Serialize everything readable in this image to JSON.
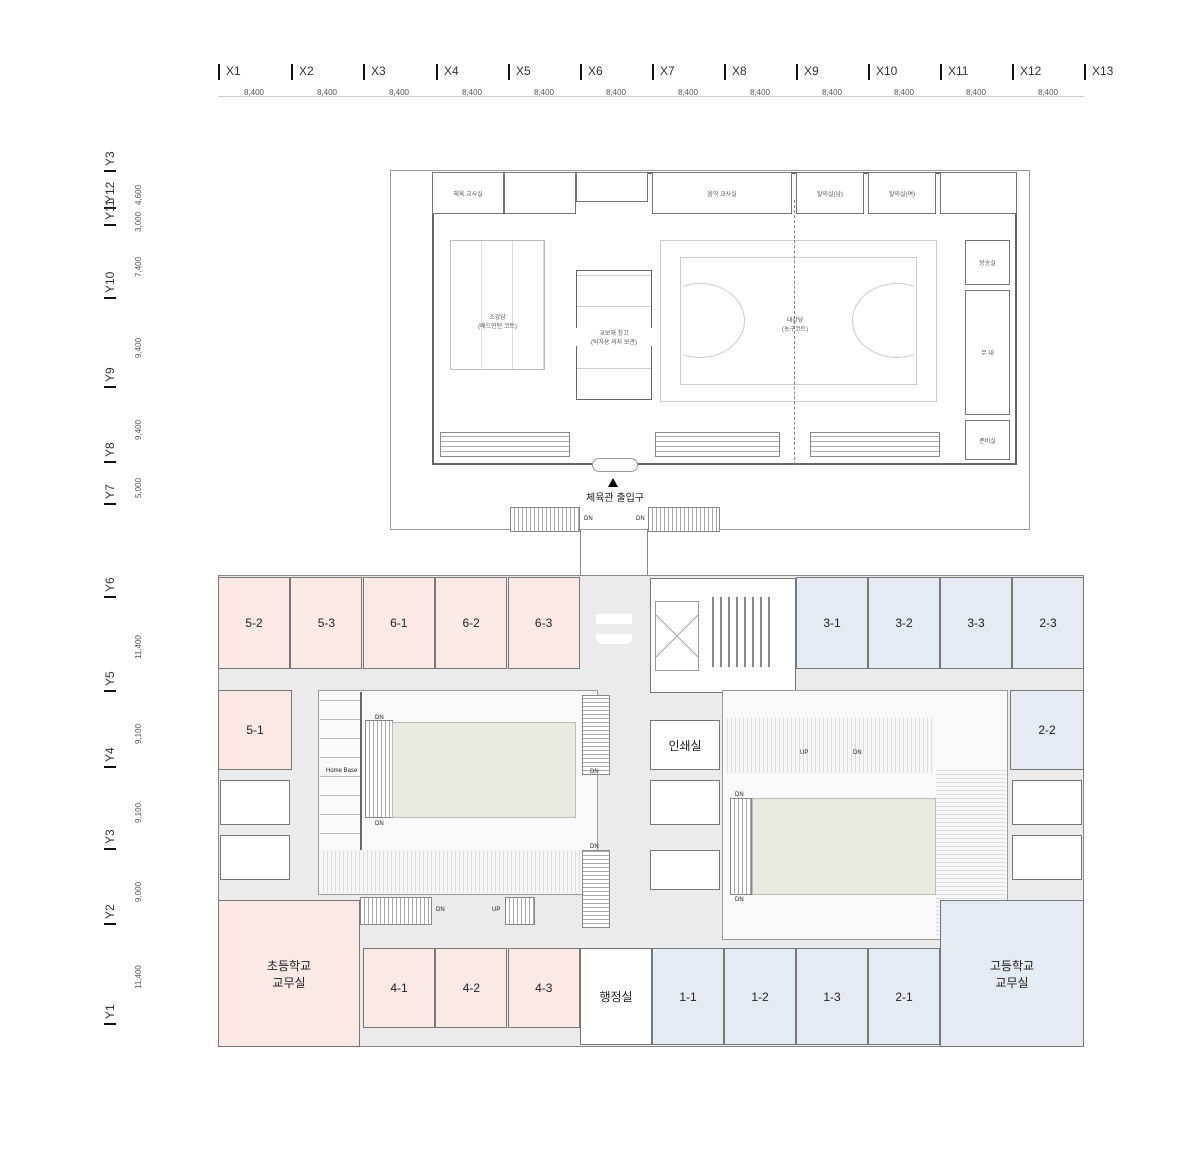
{
  "grid_x": {
    "labels": [
      "X1",
      "X2",
      "X3",
      "X4",
      "X5",
      "X6",
      "X7",
      "X8",
      "X9",
      "X10",
      "X11",
      "X12",
      "X13"
    ],
    "spans": [
      "8,400",
      "8,400",
      "8,400",
      "8,400",
      "8,400",
      "8,400",
      "8,400",
      "8,400",
      "8,400",
      "8,400",
      "8,400",
      "8,400"
    ]
  },
  "grid_y_upper": {
    "labels": [
      "Y3",
      "Y12",
      "Y11",
      "Y10",
      "Y9",
      "Y8",
      "Y7"
    ],
    "spans": [
      "4,600",
      "3,000",
      "7,400",
      "9,400",
      "9,400",
      "5,000"
    ]
  },
  "grid_y_lower": {
    "labels": [
      "Y6",
      "Y5",
      "Y4",
      "Y3",
      "Y2",
      "Y1"
    ],
    "spans": [
      "11,400",
      "9,100",
      "9,100",
      "9,000",
      "11,400"
    ]
  },
  "gym": {
    "entrance": "체육관 출입구",
    "rooms": {
      "pe_office": "체육 교사실",
      "music_office": "음악 교사실",
      "locker_m": "탈의실(남)",
      "locker_f": "탈의실(여)",
      "small_hall": "소강당\n(배드민턴 코트)",
      "storage": "교보재 창고\n(탁자용 의자 보관)",
      "main_hall": "대강당\n(농구코트)",
      "broadcast": "방송실",
      "stage": "무 대",
      "prep": "준비실"
    }
  },
  "stairs": {
    "dn": "DN",
    "up": "UP"
  },
  "home_base": "Home Base",
  "rooms_top_elem": [
    "5-2",
    "5-3",
    "6-1",
    "6-2",
    "6-3"
  ],
  "rooms_top_high": [
    "3-1",
    "3-2",
    "3-3",
    "2-3"
  ],
  "room_5_1": "5-1",
  "room_2_2": "2-2",
  "print_room": "인쇄실",
  "elem_office": "초등학교\n교무실",
  "rooms_bottom_elem": [
    "4-1",
    "4-2",
    "4-3"
  ],
  "admin": "행정실",
  "rooms_bottom_high": [
    "1-1",
    "1-2",
    "1-3",
    "2-1"
  ],
  "high_office": "고등학교\n교무실",
  "colors": {
    "elementary": "#fbe9e6",
    "high": "#e5ebf3",
    "corridor": "#ebebeb",
    "courtyard": "#e9ebe0"
  }
}
